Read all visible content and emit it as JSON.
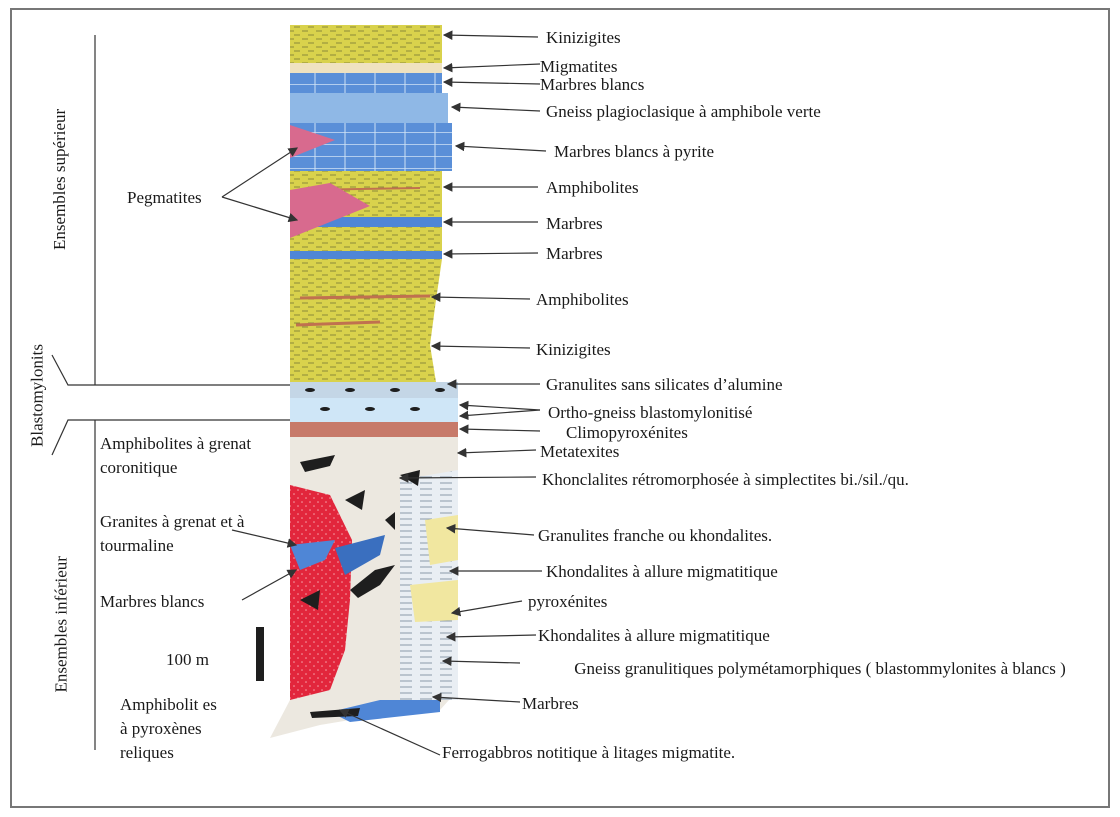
{
  "groups": {
    "superieur": "Ensembles supérieur",
    "blastomylonits": "Blastomylonits",
    "inferieur": "Ensembles inférieur"
  },
  "right_labels": [
    "Kinizigites",
    "Migmatites",
    "Marbres blancs",
    "Gneiss plagioclasique à amphibole verte",
    "Marbres blancs à pyrite",
    "Amphibolites",
    "Marbres",
    "Marbres",
    "Amphibolites",
    "Kinizigites",
    "Granulites sans silicates  d’alumine",
    "Ortho-gneiss blastomylonitisé",
    "Climopyroxénites",
    "Metatexites",
    "Khonclalites rétromorphosée à simplectites bi./sil./qu.",
    "Granulites franche ou khondalites.",
    "Khondalites à allure migmatitique",
    "pyroxénites",
    "Khondalites  à allure migmatitique",
    "Gneiss granulitiques polymétamorphiques ( blastommylonites à blancs )",
    "Marbres",
    "Ferrogabbros notitique à litages migmatite."
  ],
  "left_labels": {
    "pegmatites": "Pegmatites",
    "amphibolites_grenat": "Amphibolites à grenat coronitique",
    "granites": "Granites à grenat et à tourmaline",
    "marbres_blancs": "Marbres blancs",
    "amphibolites_pyroxenes": "Amphibolit es à pyroxènes reliques"
  },
  "scale": {
    "label": "100 m"
  },
  "colors": {
    "yellow": "#d8d24a",
    "blue": "#4f86d6",
    "light_blue": "#b9d8f0",
    "pink": "#d86a8e",
    "red": "#e4243a",
    "cream": "#f1e7a0",
    "dark": "#1e1e1e",
    "brown": "#b06a50"
  }
}
